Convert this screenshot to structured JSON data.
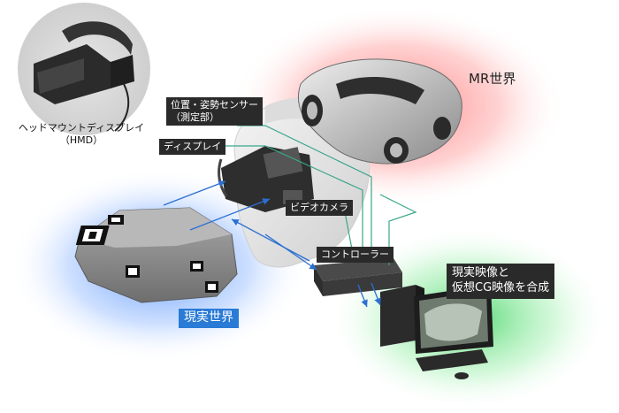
{
  "hmd": {
    "caption_line1": "ヘッドマウントディスプレイ",
    "caption_line2": "（HMD）"
  },
  "labels": {
    "sensor_line1": "位置・姿勢センサー",
    "sensor_line2": "（測定部）",
    "display": "ディスプレイ",
    "video_camera": "ビデオカメラ",
    "controller": "コントローラー",
    "mr_world": "MR世界",
    "real_world": "現実世界",
    "compose_line1": "現実映像と",
    "compose_line2": "仮想CG映像を合成"
  },
  "colors": {
    "mr_glow": "#ff8a8a",
    "real_glow": "#6fa8ff",
    "compose_glow": "#7ee88a",
    "signal_line": "#3aa68a",
    "blue_arrow": "#2b6fd1",
    "real_label_bg": "#2a7bd6",
    "dark_label_bg": "#2a2a2a"
  }
}
